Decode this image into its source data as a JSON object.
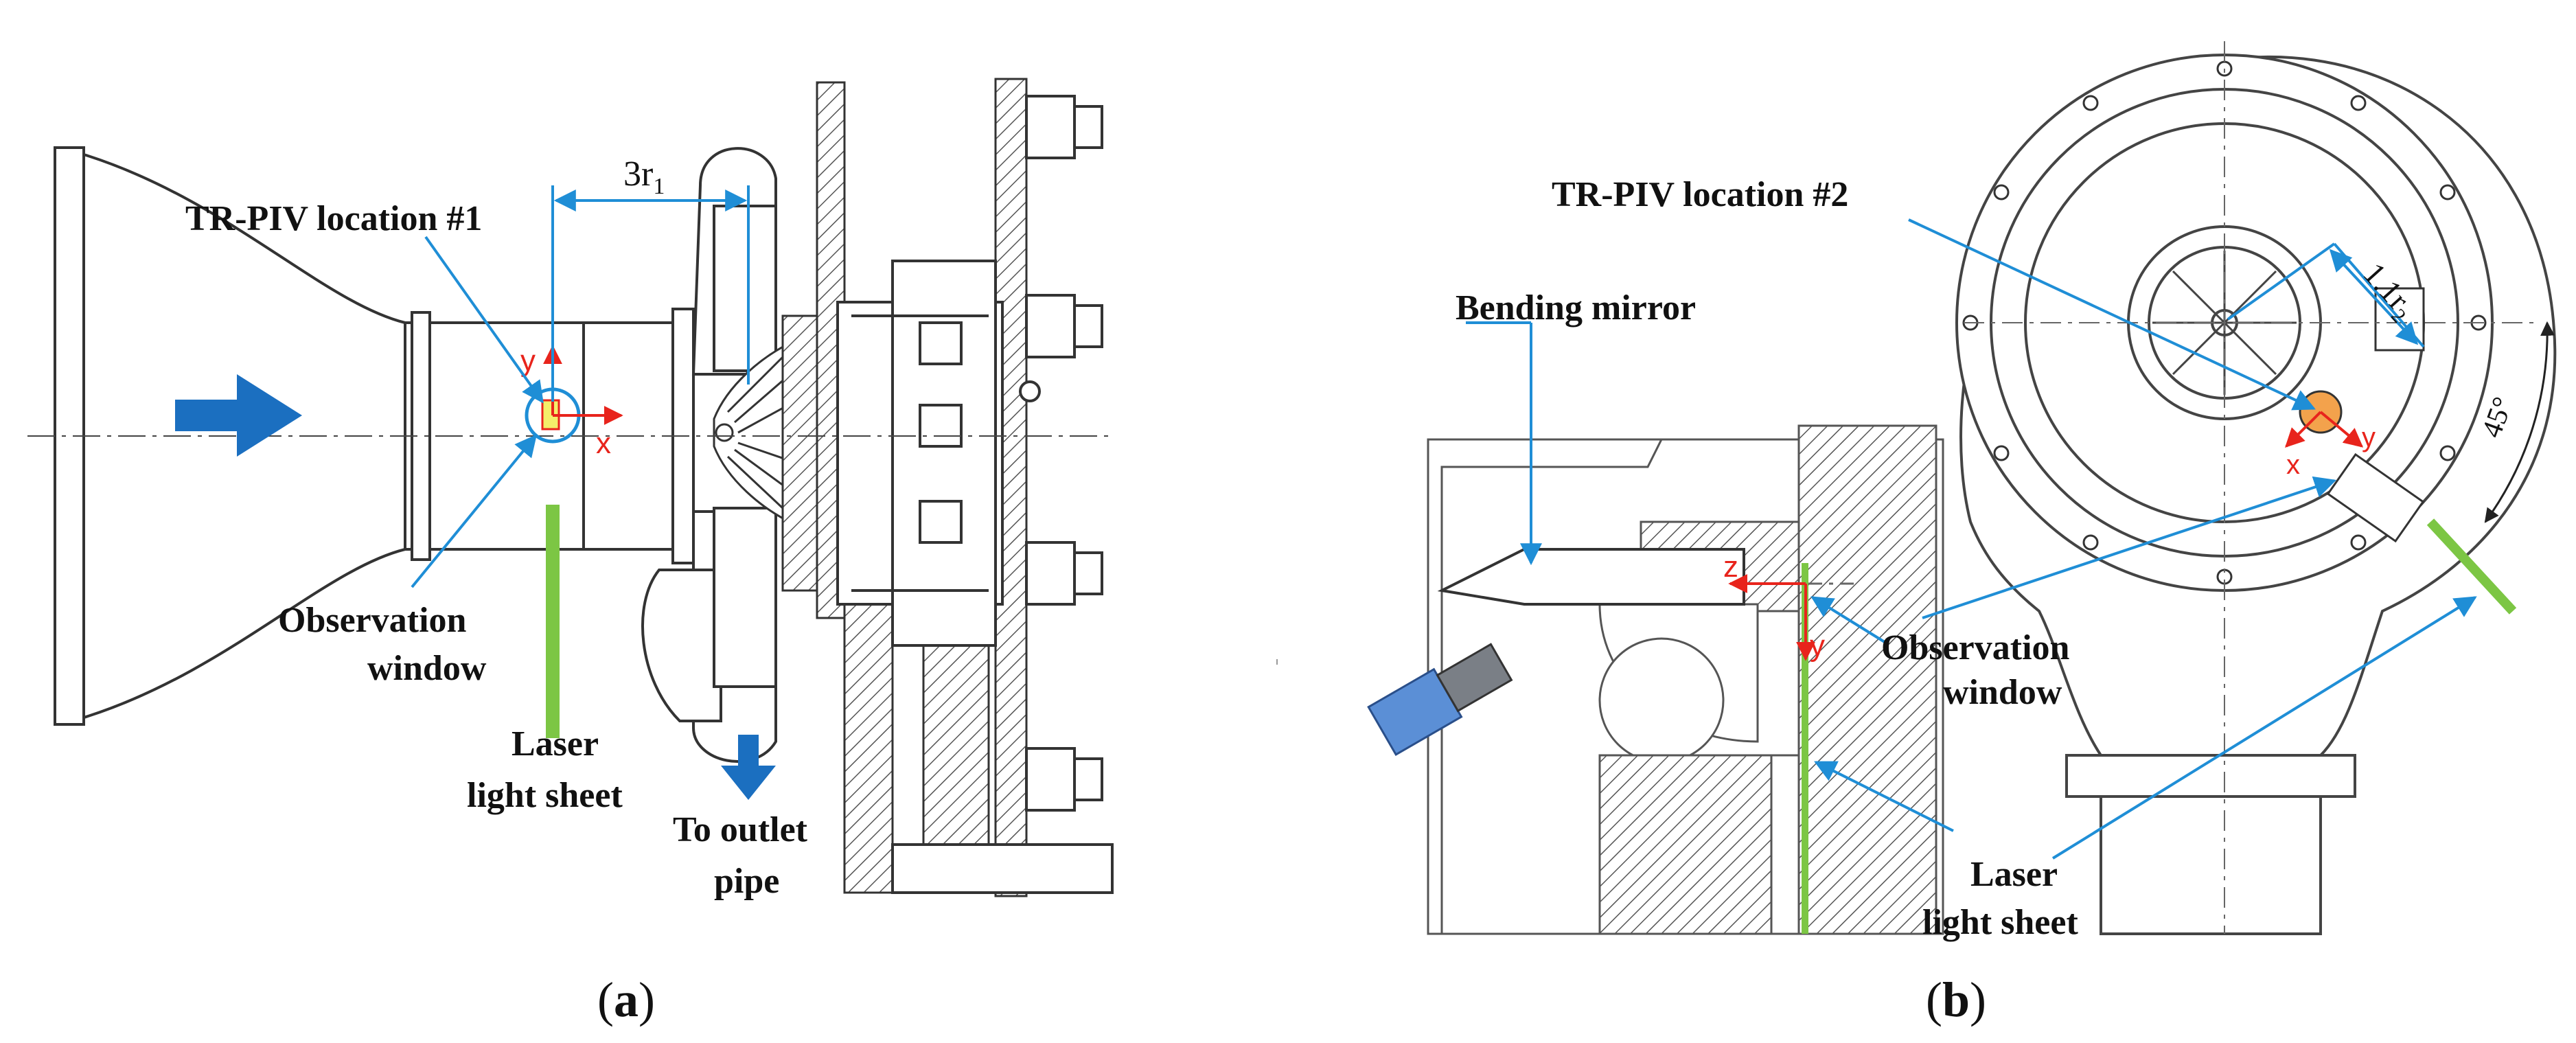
{
  "panel_a": {
    "caption": "a",
    "labels": {
      "tr_piv_location": "TR-PIV location #1",
      "dimension": "3r",
      "dimension_sub": "1",
      "observation_window_line1": "Observation",
      "observation_window_line2": "window",
      "laser_line1": "Laser",
      "laser_line2": "light sheet",
      "outlet_line1": "To outlet",
      "outlet_line2": "pipe"
    },
    "axes": {
      "x": "x",
      "y": "y"
    }
  },
  "panel_b": {
    "caption": "b",
    "labels": {
      "tr_piv_location": "TR-PIV location #2",
      "dimension": "1.1r",
      "dimension_sub": "2",
      "angle": "45°",
      "bending_mirror": "Bending mirror",
      "observation_window_line1": "Observation",
      "observation_window_line2": "window",
      "laser_line1": "Laser",
      "laser_line2": "light sheet"
    },
    "axes": {
      "z": "z",
      "y": "y",
      "x": "x",
      "y2": "y"
    }
  },
  "colors": {
    "annotation_blue": "#1f8ed6",
    "flow_arrow_blue": "#1b6fc0",
    "laser_green": "#7cc644",
    "axis_red": "#e8241c",
    "camera_blue": "#5b8fd6"
  }
}
